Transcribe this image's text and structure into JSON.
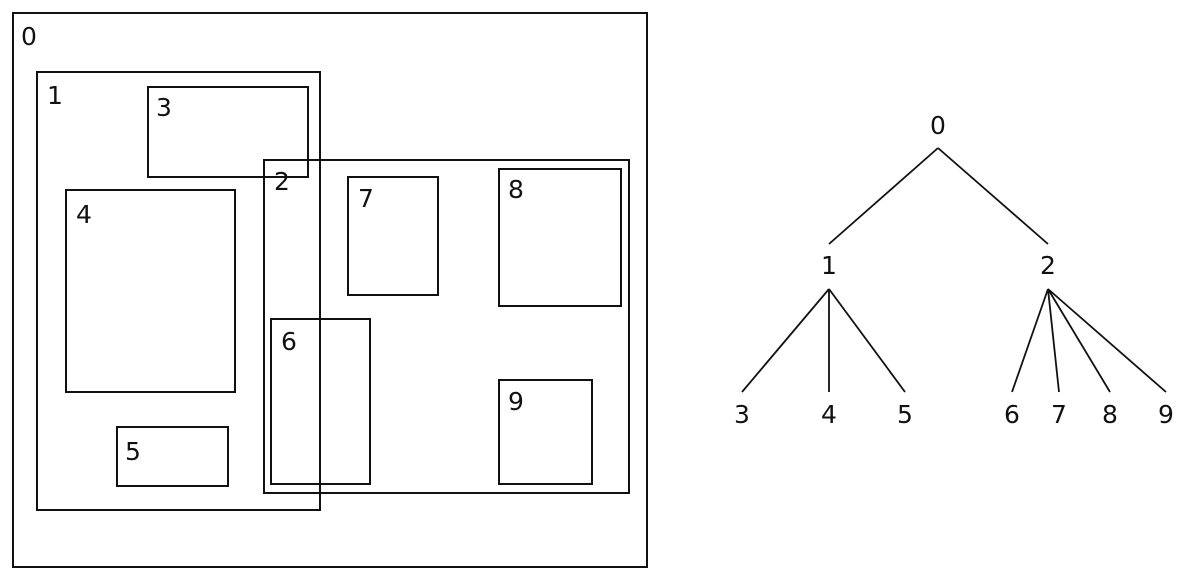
{
  "boxes": [
    {
      "id": "0",
      "label": "0"
    },
    {
      "id": "1",
      "label": "1"
    },
    {
      "id": "3",
      "label": "3"
    },
    {
      "id": "2",
      "label": "2"
    },
    {
      "id": "4",
      "label": "4"
    },
    {
      "id": "5",
      "label": "5"
    },
    {
      "id": "6",
      "label": "6"
    },
    {
      "id": "7",
      "label": "7"
    },
    {
      "id": "8",
      "label": "8"
    },
    {
      "id": "9",
      "label": "9"
    }
  ],
  "tree": {
    "nodes": [
      {
        "id": "0",
        "label": "0"
      },
      {
        "id": "1",
        "label": "1"
      },
      {
        "id": "2",
        "label": "2"
      },
      {
        "id": "3",
        "label": "3"
      },
      {
        "id": "4",
        "label": "4"
      },
      {
        "id": "5",
        "label": "5"
      },
      {
        "id": "6",
        "label": "6"
      },
      {
        "id": "7",
        "label": "7"
      },
      {
        "id": "8",
        "label": "8"
      },
      {
        "id": "9",
        "label": "9"
      }
    ],
    "edges": [
      {
        "from": "0",
        "to": "1"
      },
      {
        "from": "0",
        "to": "2"
      },
      {
        "from": "1",
        "to": "3"
      },
      {
        "from": "1",
        "to": "4"
      },
      {
        "from": "1",
        "to": "5"
      },
      {
        "from": "2",
        "to": "6"
      },
      {
        "from": "2",
        "to": "7"
      },
      {
        "from": "2",
        "to": "8"
      },
      {
        "from": "2",
        "to": "9"
      }
    ]
  },
  "colors": {
    "stroke": "#111111",
    "background": "#ffffff"
  }
}
